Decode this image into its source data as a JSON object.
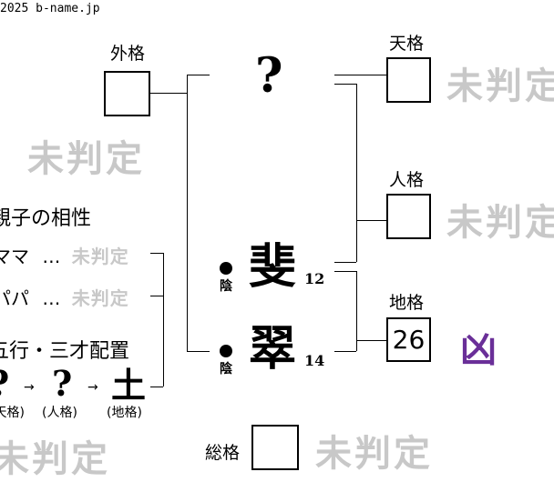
{
  "copyright": "2025 b-name.jp",
  "gaikaku": {
    "label": "外格",
    "value": ""
  },
  "tenkaku": {
    "label": "天格",
    "value": ""
  },
  "jinkaku": {
    "label": "人格",
    "value": ""
  },
  "chikaku": {
    "label": "地格",
    "value": "26",
    "verdict": "凶",
    "verdict_color": "#6a2f98"
  },
  "soukaku": {
    "label": "総格",
    "value": ""
  },
  "undecided": "未判定",
  "surname_char": "?",
  "given_chars": [
    {
      "char": "斐",
      "strokes": "12",
      "yinyang": "陰"
    },
    {
      "char": "翠",
      "strokes": "14",
      "yinyang": "陰"
    }
  ],
  "compat": {
    "title": "親子の相性",
    "rows": [
      {
        "label": "ママ",
        "dots": "…",
        "result": "未判定"
      },
      {
        "label": "パパ",
        "dots": "…",
        "result": "未判定"
      }
    ]
  },
  "gogyo": {
    "title": "五行・三才配置",
    "arrow": "→",
    "items": [
      {
        "element": "?",
        "label": "(天格)"
      },
      {
        "element": "?",
        "label": "(人格)"
      },
      {
        "element": "土",
        "label": "(地格)"
      }
    ]
  }
}
